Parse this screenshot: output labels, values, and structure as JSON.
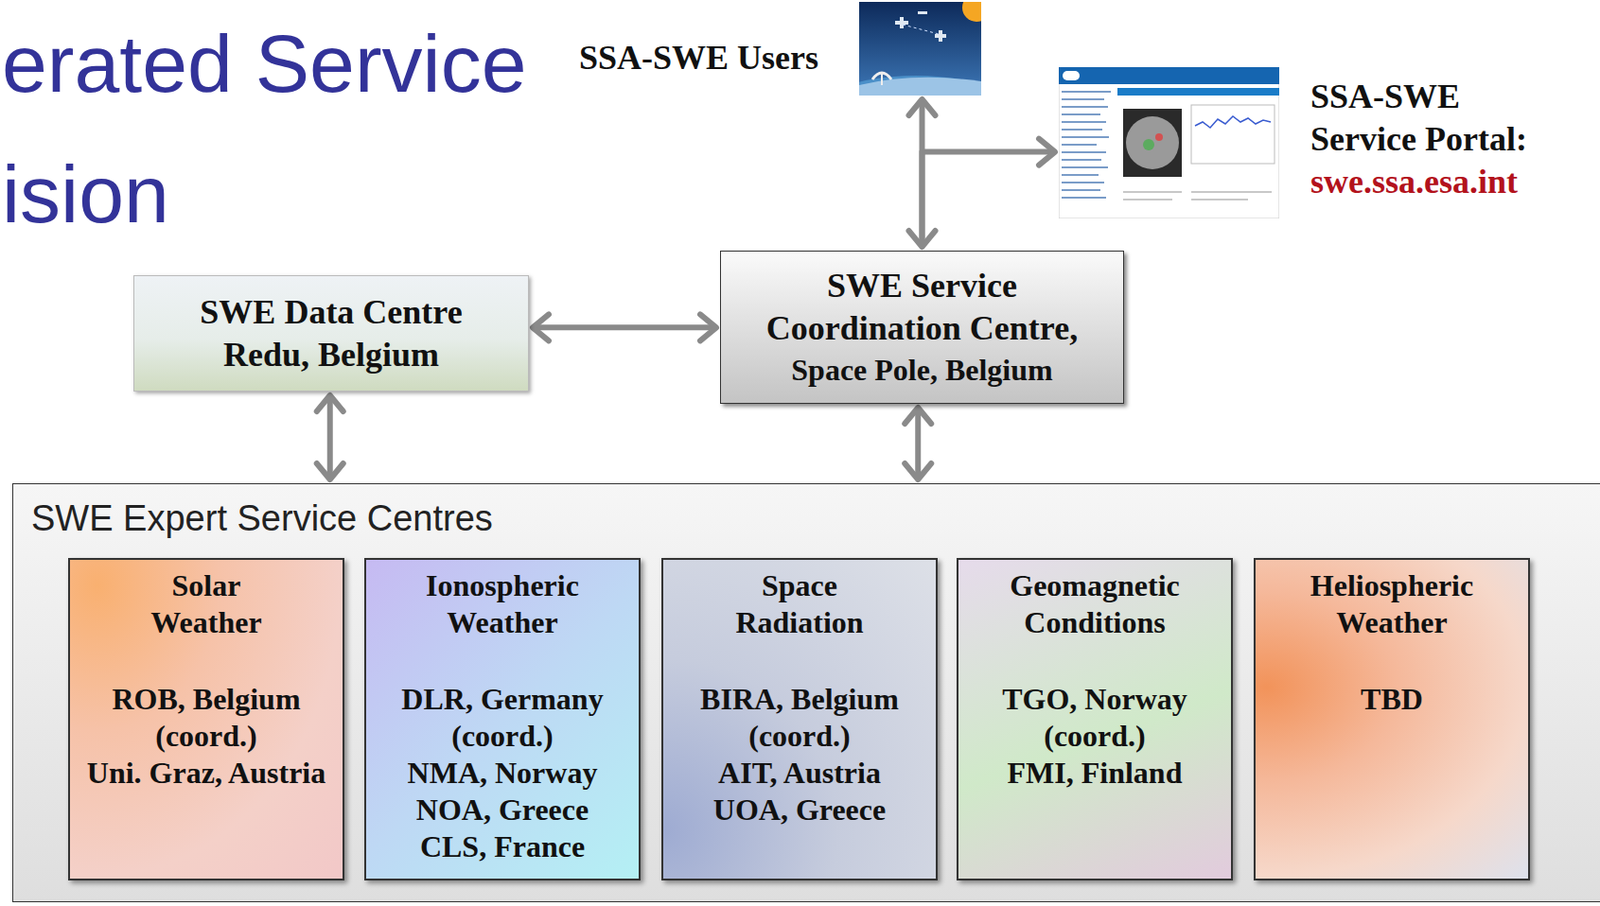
{
  "diagram": {
    "title": "erated Service ision",
    "nodes": [
      {
        "text": [
          "SSA-SWE Users"
        ]
      },
      {
        "text": [
          "SSA-SWE Service Portal:",
          "swe.ssa.esa.int"
        ]
      },
      {
        "text": [
          "SWE Data Centre Redu, Belgium"
        ]
      },
      {
        "text": [
          "SWE Service Coordination Centre,",
          "Space Pole, Belgium"
        ]
      },
      {
        "text": [
          "SWE Expert Service Centres"
        ]
      },
      {
        "text": [
          "Solar Weather",
          "ROB, Belgium (coord.)",
          "Uni. Graz, Austria"
        ],
        "in": 4
      },
      {
        "text": [
          "Ionospheric Weather",
          "DLR, Germany (coord.)",
          "NMA, Norway",
          "NOA, Greece",
          "CLS, France"
        ],
        "in": 4
      },
      {
        "text": [
          "Space Radiation",
          "BIRA, Belgium (coord.)",
          "AIT, Austria",
          "UOA, Greece"
        ],
        "in": 4
      },
      {
        "text": [
          "Geomagnetic Conditions",
          "TGO, Norway (coord.)",
          "FMI, Finland"
        ],
        "in": 4
      },
      {
        "text": [
          "Heliospheric Weather",
          "TBD"
        ],
        "in": 4
      }
    ],
    "edges": [
      {
        "from": 3,
        "to": 0,
        "arrow": "both"
      },
      {
        "from": 3,
        "to": 1,
        "arrow": "to"
      },
      {
        "from": 2,
        "to": 3,
        "arrow": "both"
      },
      {
        "from": 2,
        "to": 4,
        "arrow": "both"
      },
      {
        "from": 3,
        "to": 4,
        "arrow": "both"
      }
    ]
  }
}
